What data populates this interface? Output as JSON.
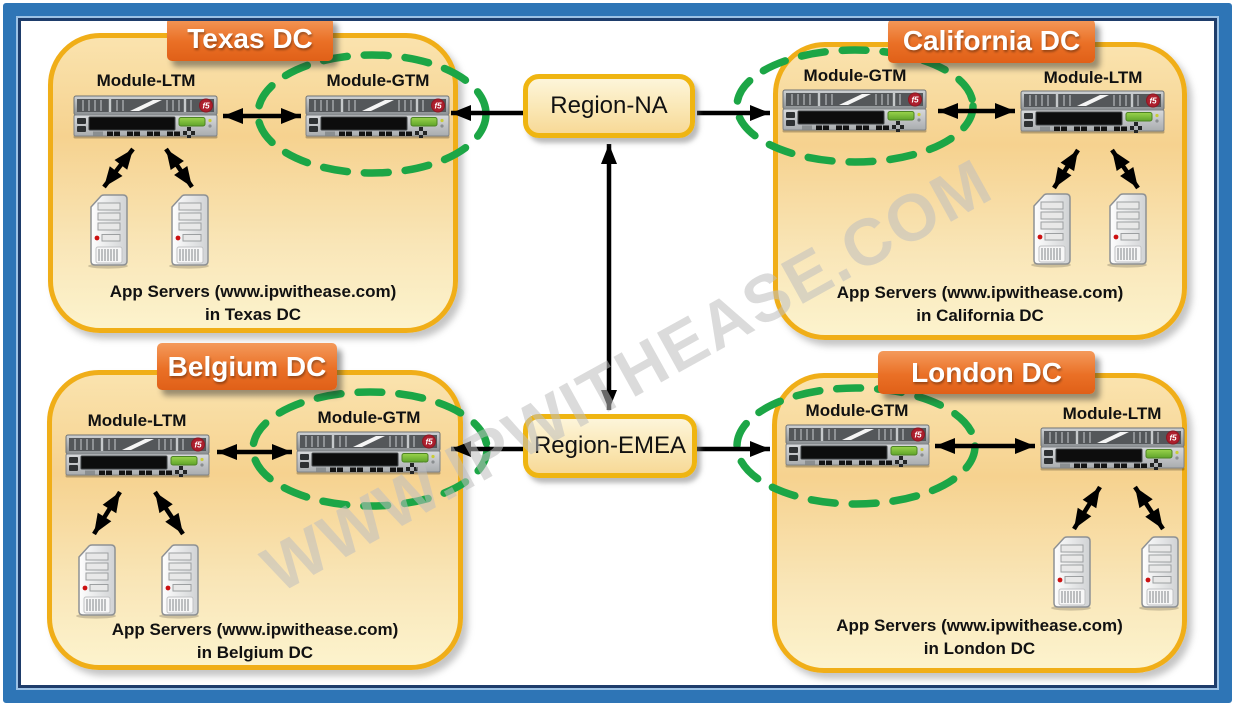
{
  "watermark": {
    "text": "WWW.IPWITHEASE.COM"
  },
  "regions": {
    "na": {
      "label": "Region-NA"
    },
    "emea": {
      "label": "Region-EMEA"
    }
  },
  "datacenters": [
    {
      "title": "Texas DC",
      "left_module": "Module-LTM",
      "right_module": "Module-GTM",
      "caption1": "App Servers (www.ipwithease.com)",
      "caption2": "in Texas DC"
    },
    {
      "title": "California DC",
      "left_module": "Module-GTM",
      "right_module": "Module-LTM",
      "caption1": "App Servers (www.ipwithease.com)",
      "caption2": "in California DC"
    },
    {
      "title": "Belgium DC",
      "left_module": "Module-LTM",
      "right_module": "Module-GTM",
      "caption1": "App Servers (www.ipwithease.com)",
      "caption2": "in Belgium DC"
    },
    {
      "title": "London DC",
      "left_module": "Module-GTM",
      "right_module": "Module-LTM",
      "caption1": "App Servers (www.ipwithease.com)",
      "caption2": "in London DC"
    }
  ],
  "appliance": {
    "logo_text": "f5"
  },
  "colors": {
    "frame_blue": "#2E75B6",
    "frame_navy": "#1E3D6B",
    "box_gold_border": "#F0AE18",
    "badge_orange": "#EA7026",
    "ellipse_green": "#1CA646",
    "arrow_black": "#000000",
    "button_green": "#7DC242",
    "logo_red": "#AD1F2D"
  }
}
